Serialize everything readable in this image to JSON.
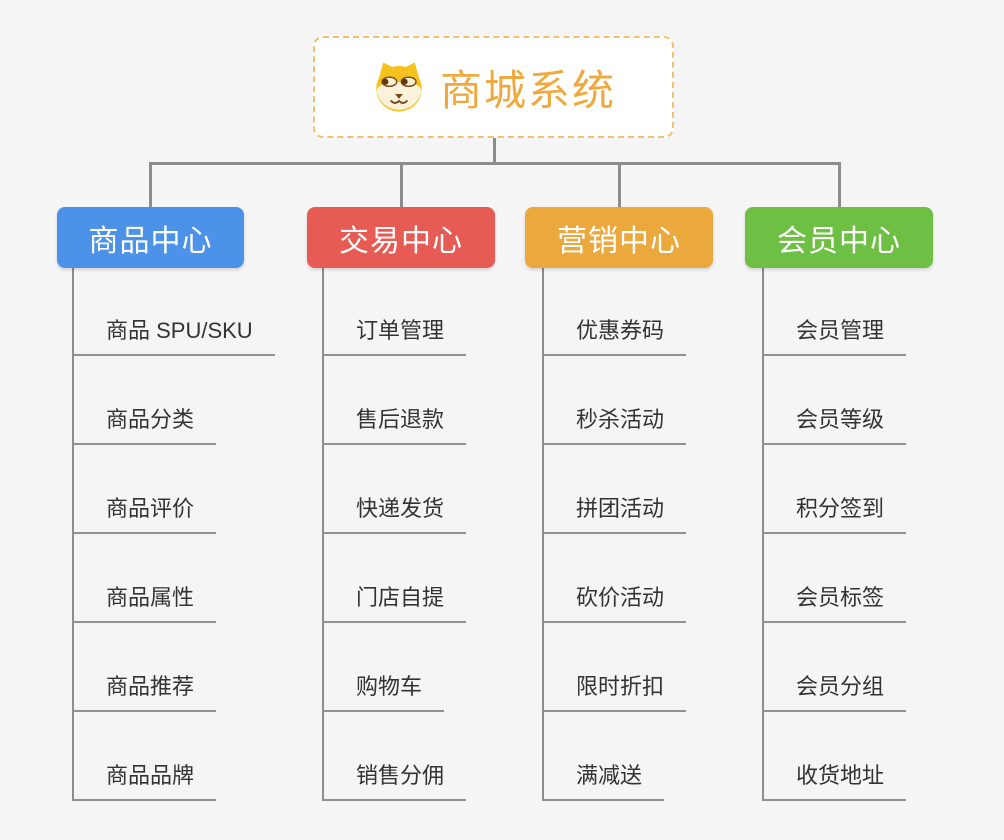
{
  "root": {
    "title": "商城系统",
    "icon": "shiba-dog-icon",
    "accent_color": "#EFA93F",
    "border_color": "#F3C06F"
  },
  "connector_color": "#8C8C8C",
  "branches": [
    {
      "label": "商品中心",
      "color": "#4B92E8",
      "children": [
        "商品 SPU/SKU",
        "商品分类",
        "商品评价",
        "商品属性",
        "商品推荐",
        "商品品牌"
      ]
    },
    {
      "label": "交易中心",
      "color": "#E65C55",
      "children": [
        "订单管理",
        "售后退款",
        "快递发货",
        "门店自提",
        "购物车",
        "销售分佣"
      ]
    },
    {
      "label": "营销中心",
      "color": "#EBA83C",
      "children": [
        "优惠券码",
        "秒杀活动",
        "拼团活动",
        "砍价活动",
        "限时折扣",
        "满减送"
      ]
    },
    {
      "label": "会员中心",
      "color": "#6EC044",
      "children": [
        "会员管理",
        "会员等级",
        "积分签到",
        "会员标签",
        "会员分组",
        "收货地址"
      ]
    }
  ]
}
